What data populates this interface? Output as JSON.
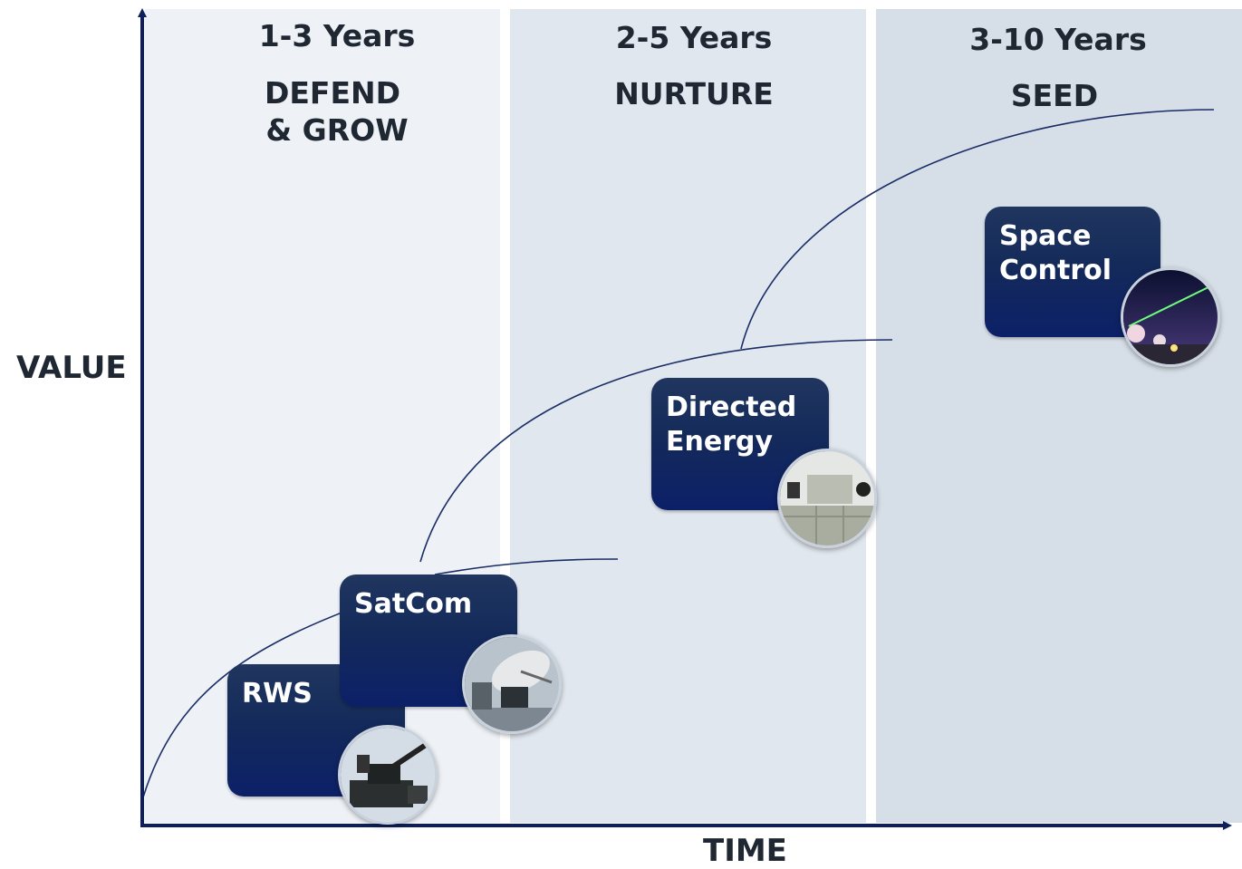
{
  "phases": [
    {
      "years": "1-3 Years",
      "name_line1": "DEFEND",
      "name_line2": "& GROW"
    },
    {
      "years": "2-5 Years",
      "name_line1": "NURTURE",
      "name_line2": ""
    },
    {
      "years": "3-10 Years",
      "name_line1": "SEED",
      "name_line2": ""
    }
  ],
  "axes": {
    "y_label": "VALUE",
    "x_label": "TIME"
  },
  "cards": [
    {
      "label": "RWS",
      "icon": "remote-weapon-station-photo-icon"
    },
    {
      "label": "SatCom",
      "icon": "satellite-dish-photo-icon"
    },
    {
      "label": "Directed\nEnergy",
      "icon": "laser-system-photo-icon"
    },
    {
      "label": "Space\nControl",
      "icon": "night-sky-laser-photo-icon"
    }
  ],
  "colors": {
    "card": "#142a5a",
    "axis": "#0d1f5c",
    "curve": "#1a2d66"
  }
}
